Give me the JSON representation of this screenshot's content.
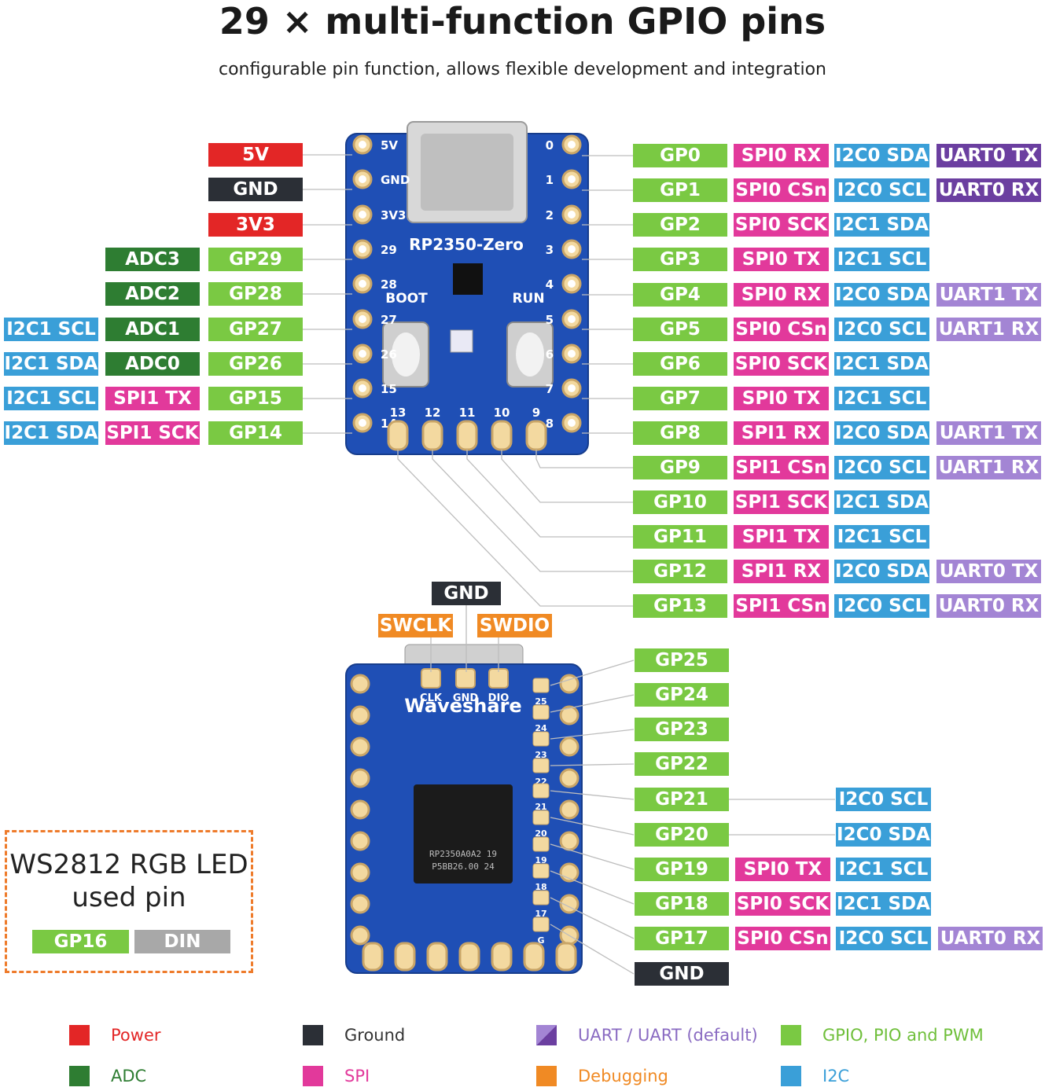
{
  "title": "29 × multi-function GPIO pins",
  "subtitle": "configurable pin function, allows flexible development and integration",
  "board_top": {
    "name": "RP2350-Zero",
    "boot": "BOOT",
    "run": "RUN",
    "pins_left": [
      "5V",
      "GND",
      "3V3",
      "29",
      "28",
      "27",
      "26",
      "15",
      "14"
    ],
    "pins_right": [
      "0",
      "1",
      "2",
      "3",
      "4",
      "5",
      "6",
      "7",
      "8"
    ],
    "pins_bottom": [
      "13",
      "12",
      "11",
      "10",
      "9"
    ]
  },
  "board_bottom": {
    "brand": "Waveshare",
    "swd": [
      "CLK",
      "GND",
      "DIO"
    ],
    "pins": [
      "25",
      "24",
      "23",
      "22",
      "21",
      "20",
      "19",
      "18",
      "17",
      "G"
    ],
    "chip": [
      "RP2350A0A2 19",
      "P5BB26.00 24"
    ]
  },
  "left_rows": [
    [
      "5V"
    ],
    [
      "GND"
    ],
    [
      "3V3"
    ],
    [
      "ADC3",
      "GP29"
    ],
    [
      "ADC2",
      "GP28"
    ],
    [
      "I2C1 SCL",
      "ADC1",
      "GP27"
    ],
    [
      "I2C1 SDA",
      "ADC0",
      "GP26"
    ],
    [
      "I2C1 SCL",
      "SPI1 TX",
      "GP15"
    ],
    [
      "I2C1 SDA",
      "SPI1 SCK",
      "GP14"
    ]
  ],
  "right_rows": [
    [
      "GP0",
      "SPI0 RX",
      "I2C0 SDA",
      "UART0 TX"
    ],
    [
      "GP1",
      "SPI0 CSn",
      "I2C0 SCL",
      "UART0 RX"
    ],
    [
      "GP2",
      "SPI0 SCK",
      "I2C1 SDA"
    ],
    [
      "GP3",
      "SPI0 TX",
      "I2C1 SCL"
    ],
    [
      "GP4",
      "SPI0 RX",
      "I2C0 SDA",
      "UART1 TX"
    ],
    [
      "GP5",
      "SPI0 CSn",
      "I2C0 SCL",
      "UART1 RX"
    ],
    [
      "GP6",
      "SPI0 SCK",
      "I2C1 SDA"
    ],
    [
      "GP7",
      "SPI0 TX",
      "I2C1 SCL"
    ],
    [
      "GP8",
      "SPI1 RX",
      "I2C0 SDA",
      "UART1 TX"
    ],
    [
      "GP9",
      "SPI1 CSn",
      "I2C0 SCL",
      "UART1 RX"
    ],
    [
      "GP10",
      "SPI1 SCK",
      "I2C1 SDA"
    ],
    [
      "GP11",
      "SPI1 TX",
      "I2C1 SCL"
    ],
    [
      "GP12",
      "SPI1 RX",
      "I2C0 SDA",
      "UART0 TX"
    ],
    [
      "GP13",
      "SPI1 CSn",
      "I2C0 SCL",
      "UART0 RX"
    ]
  ],
  "debug": {
    "gnd": "GND",
    "swclk": "SWCLK",
    "swdio": "SWDIO"
  },
  "bottom_rows": [
    [
      "GP25"
    ],
    [
      "GP24"
    ],
    [
      "GP23"
    ],
    [
      "GP22"
    ],
    [
      "GP21",
      "",
      "I2C0 SCL"
    ],
    [
      "GP20",
      "",
      "I2C0 SDA"
    ],
    [
      "GP19",
      "SPI0 TX",
      "I2C1 SCL"
    ],
    [
      "GP18",
      "SPI0 SCK",
      "I2C1 SDA"
    ],
    [
      "GP17",
      "SPI0 CSn",
      "I2C0 SCL",
      "UART0 RX"
    ],
    [
      "GND"
    ]
  ],
  "led_box": {
    "title_line1": "WS2812 RGB LED",
    "title_line2": "used pin",
    "pin": "GP16",
    "signal": "DIN"
  },
  "legend": [
    {
      "label": "Power",
      "color": "#e32626"
    },
    {
      "label": "Ground",
      "color": "#2b2f36"
    },
    {
      "label": "UART / UART (default)",
      "color": "#a385d4",
      "color2": "#6b3fa0"
    },
    {
      "label": "GPIO, PIO and PWM",
      "color": "#7ac943"
    },
    {
      "label": "ADC",
      "color": "#2e7d32"
    },
    {
      "label": "SPI",
      "color": "#e2399b"
    },
    {
      "label": "Debugging",
      "color": "#f08a24"
    },
    {
      "label": "I2C",
      "color": "#3a9fd8"
    }
  ]
}
